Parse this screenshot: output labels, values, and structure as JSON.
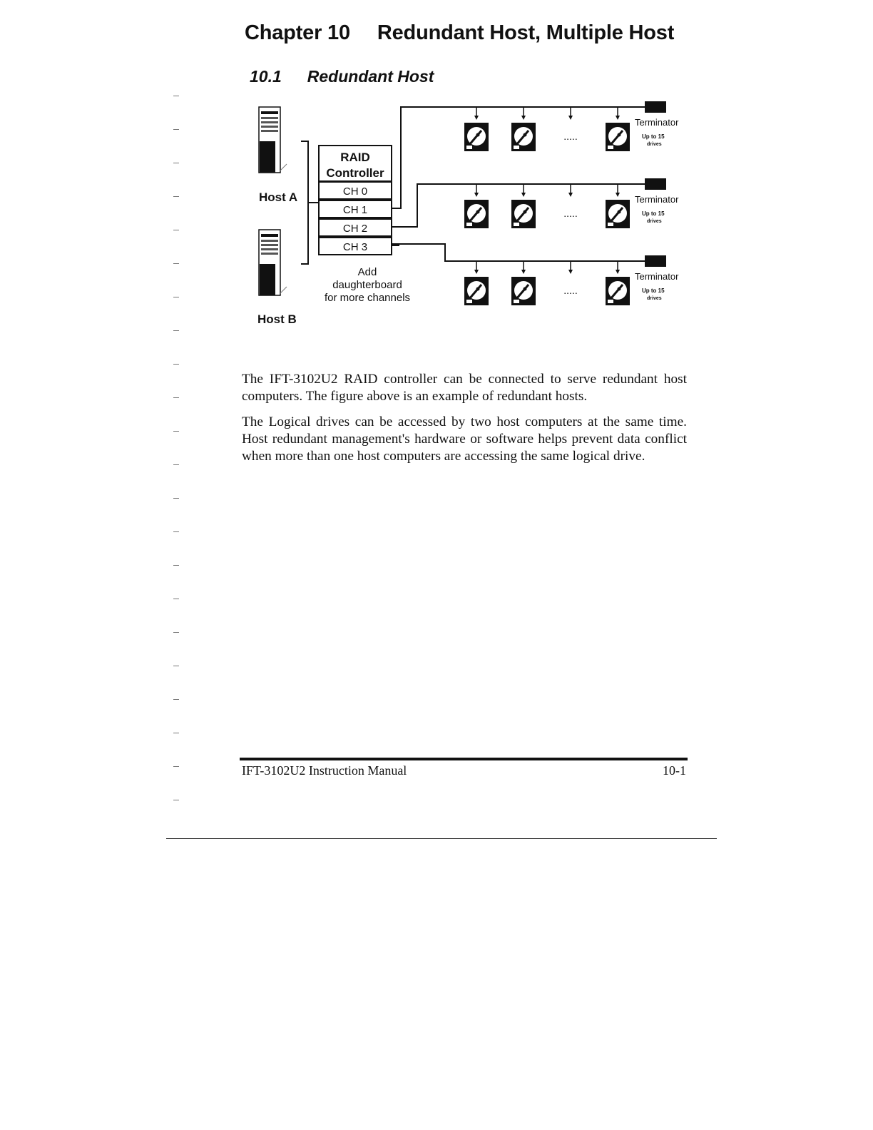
{
  "chapter": {
    "label": "Chapter 10",
    "title": "Redundant Host, Multiple Host"
  },
  "section": {
    "number": "10.1",
    "title": "Redundant Host"
  },
  "figure": {
    "host_a": "Host A",
    "host_b": "Host B",
    "controller_line1": "RAID",
    "controller_line2": "Controller",
    "channels": [
      "CH 0",
      "CH 1",
      "CH 2",
      "CH 3"
    ],
    "daughterboard_lines": [
      "Add",
      "daughterboard",
      "for more channels"
    ],
    "ellipsis": ".....",
    "buses": [
      {
        "terminator": "Terminator",
        "capacity_line1": "Up to 15",
        "capacity_line2": "drives"
      },
      {
        "terminator": "Terminator",
        "capacity_line1": "Up to 15",
        "capacity_line2": "drives"
      },
      {
        "terminator": "Terminator",
        "capacity_line1": "Up to 15",
        "capacity_line2": "drives"
      }
    ]
  },
  "body": {
    "paragraph1": "The IFT-3102U2 RAID controller can be connected to serve redundant host computers. The figure above is an example of redundant hosts.",
    "paragraph2": "The Logical drives can be accessed by two host computers at the same time. Host redundant management's hardware or software helps prevent data conflict when more than one host computers are accessing the same logical drive."
  },
  "footer": {
    "manual_title": "IFT-3102U2 Instruction Manual",
    "page_number": "10-1"
  }
}
